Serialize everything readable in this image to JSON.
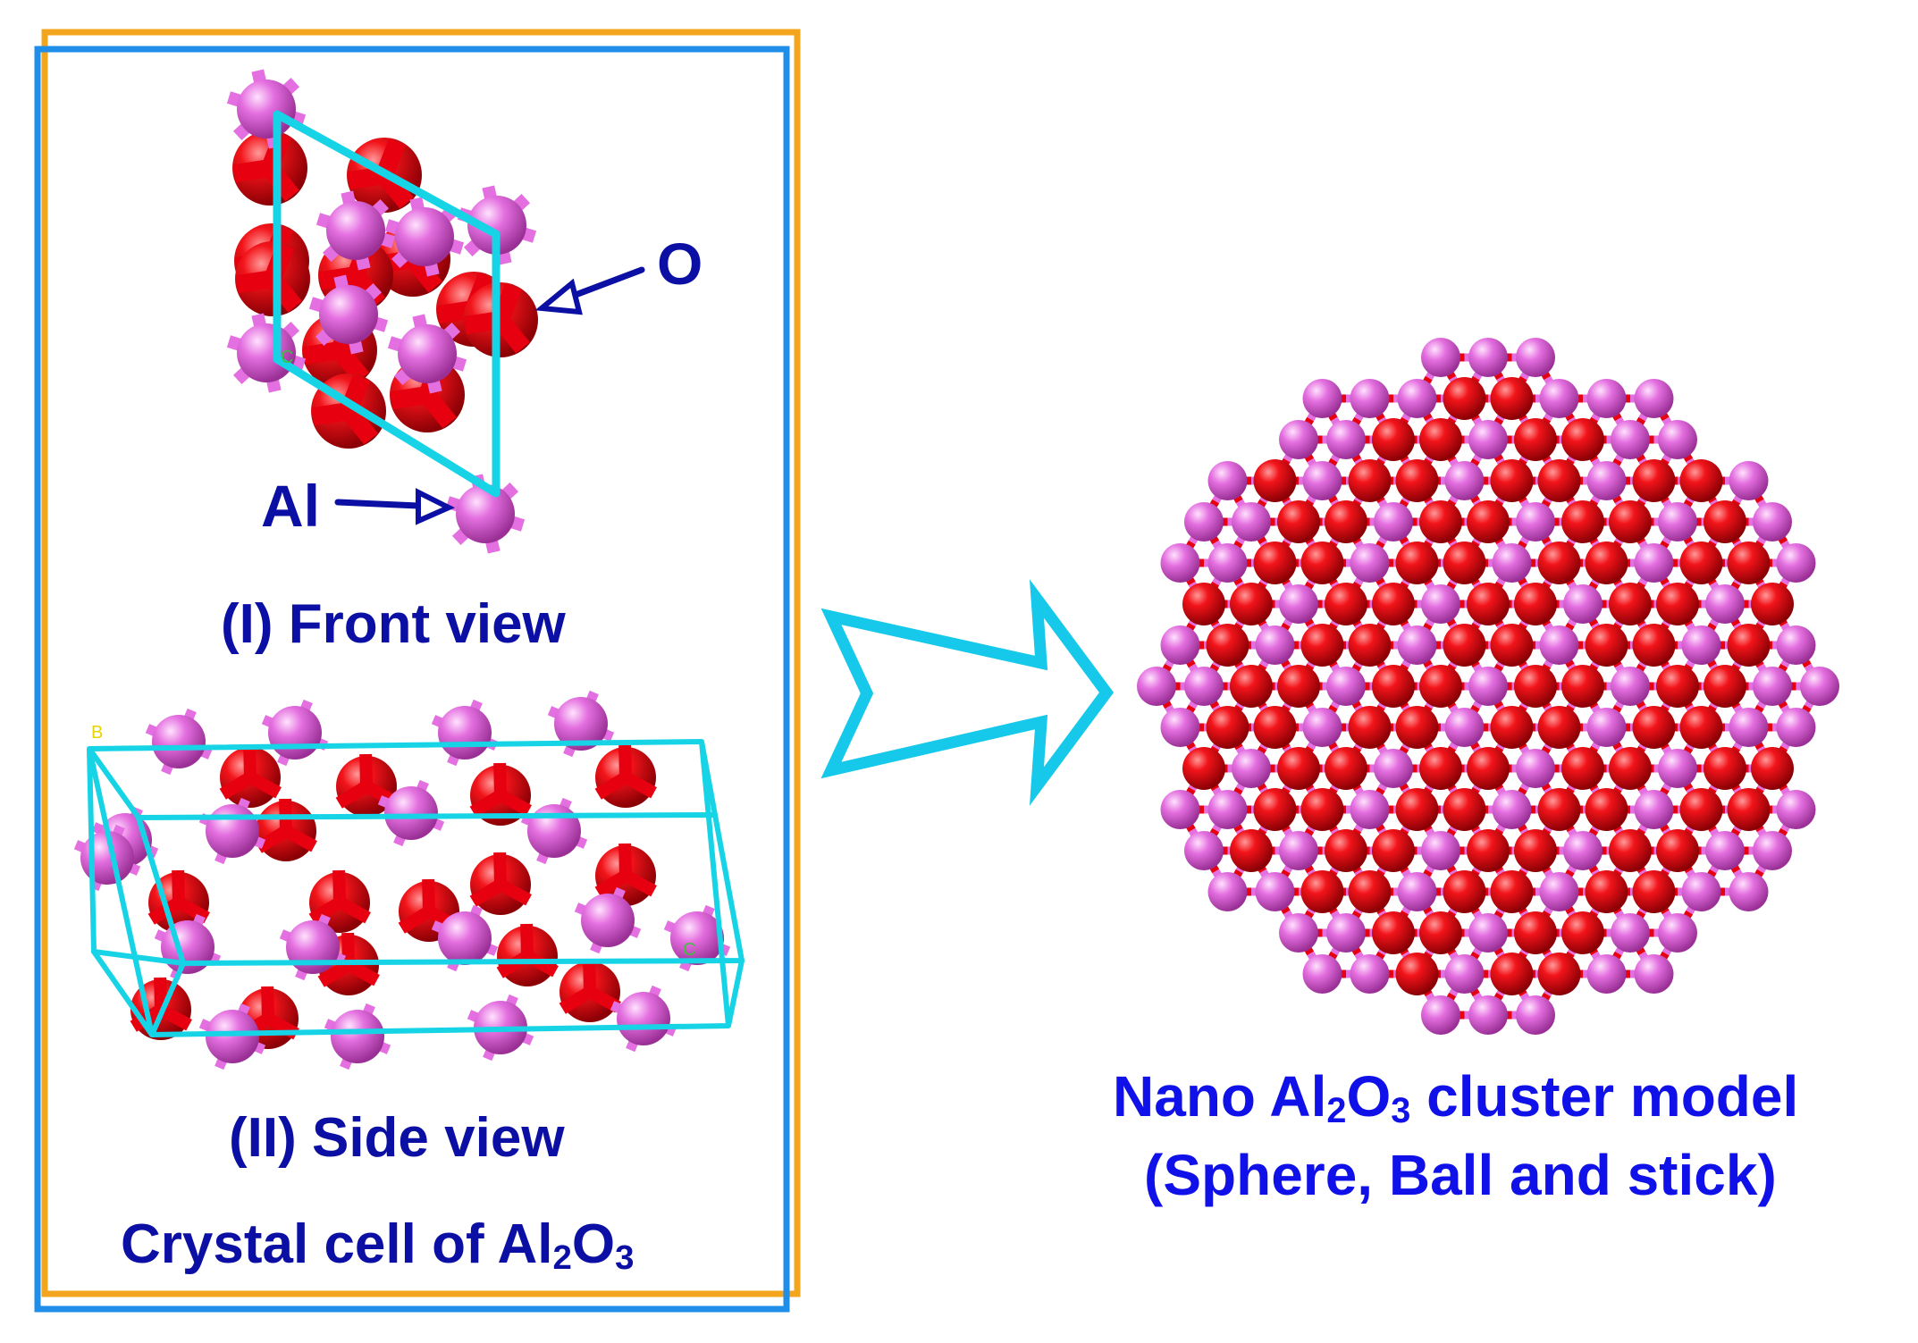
{
  "labels": {
    "front_view": "(I) Front view",
    "side_view": "(II) Side view",
    "crystal_prefix": "Crystal cell of Al",
    "crystal_sub1": "2",
    "crystal_mid": "O",
    "crystal_sub2": "3",
    "nano_prefix": "Nano Al",
    "nano_sub1": "2",
    "nano_mid": "O",
    "nano_sub2": "3",
    "nano_suffix": " cluster model",
    "nano_line2": "(Sphere, Ball and stick)",
    "atom_o": "O",
    "atom_al": "Al",
    "axis_c_front": "C",
    "axis_b_side": "B",
    "axis_c_side": "C"
  },
  "colors": {
    "oxygen": "#e8000b",
    "aluminum": "#e46fe0",
    "cell_edge": "#16d4e6",
    "arrow": "#16c8ea",
    "outer_frame": "#f3a51e",
    "inner_frame": "#1f8ee8",
    "label_navy": "#0b0fa3",
    "label_blue": "#1010e8"
  }
}
